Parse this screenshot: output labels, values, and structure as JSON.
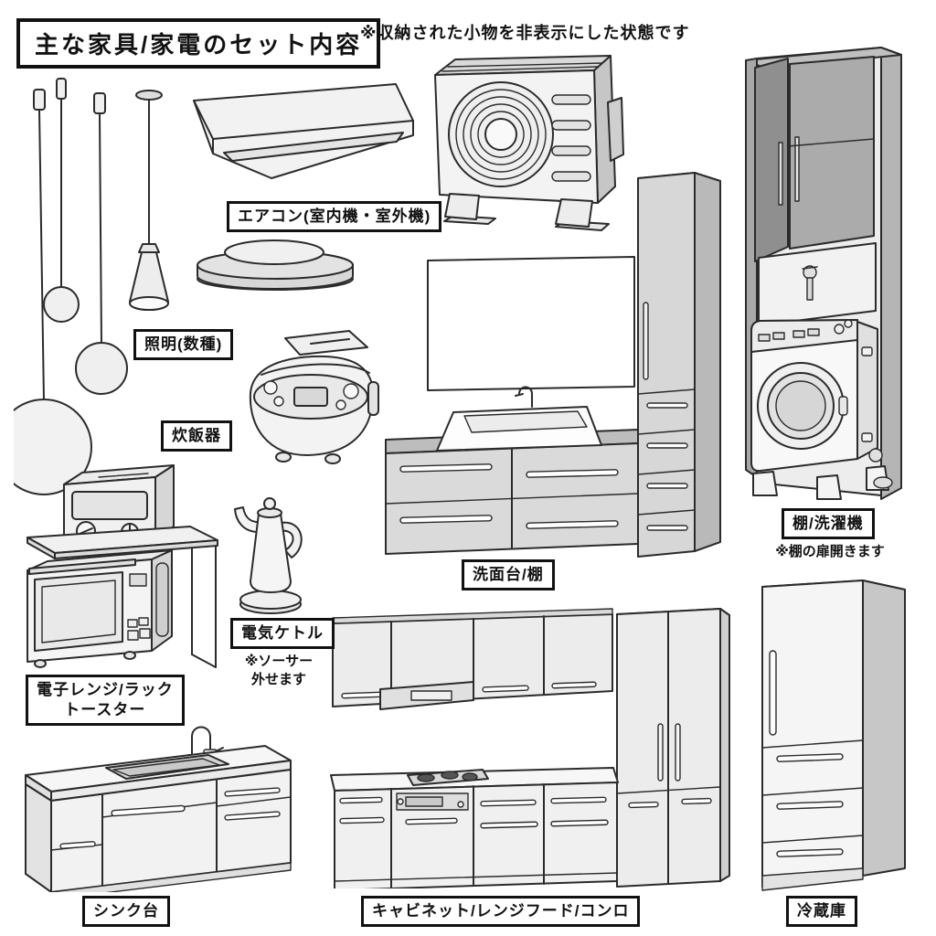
{
  "header": {
    "title": "主な家具/家電のセット内容",
    "note": "※収納された小物を非表示にした状態です"
  },
  "items": {
    "aircon": {
      "label": "エアコン(室内機・室外機)"
    },
    "lighting": {
      "label": "照明(数種)"
    },
    "rice_cooker": {
      "label": "炊飯器"
    },
    "kettle": {
      "label": "電気ケトル",
      "note": "※ソーサー\n外せます"
    },
    "microwave": {
      "label": "電子レンジ/ラック\nトースター"
    },
    "sink": {
      "label": "シンク台"
    },
    "washbasin": {
      "label": "洗面台/棚"
    },
    "washer": {
      "label": "棚/洗濯機",
      "note": "※棚の扉開きます"
    },
    "kitchen": {
      "label": "キャビネット/レンジフード/コンロ"
    },
    "fridge": {
      "label": "冷蔵庫"
    }
  },
  "colors": {
    "background": "#ffffff",
    "outline": "#2b2b2b",
    "label_border": "#111111",
    "fill_light": "#f3f3f3",
    "fill_mid": "#dcdcdc",
    "fill_dark": "#b5b5b5"
  }
}
